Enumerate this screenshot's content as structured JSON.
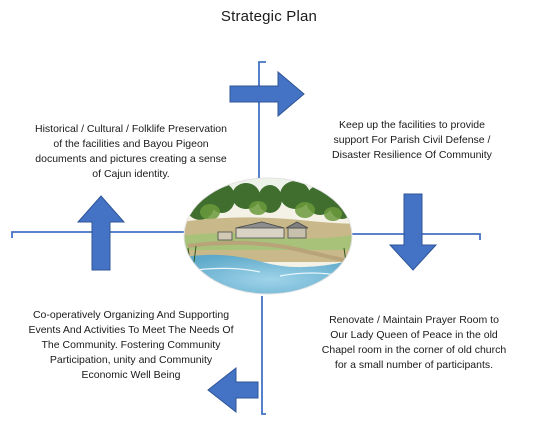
{
  "diagram": {
    "title": "Strategic  Plan",
    "quadrants": {
      "top_left": [
        "Historical / Cultural  / Folklife Preservation",
        "of the facilities and Bayou  Pigeon",
        "documents and pictures creating a  sense",
        "of Cajun  identity."
      ],
      "top_right": [
        "Keep up the facilities  to provide",
        "support  For Parish Civil Defense /",
        "Disaster Resilience   Of  Community"
      ],
      "bottom_left": [
        "Co-operatively Organizing And Supporting",
        "Events And Activities To Meet The Needs Of",
        "The  Community. Fostering Community",
        "Participation, unity  and Community",
        "Economic Well Being"
      ],
      "bottom_right": [
        "Renovate  /  Maintain  Prayer Room  to",
        "Our  Lady  Queen of Peace in the old",
        "Chapel room in the  corner of  old church",
        "for a small number of participants."
      ]
    },
    "colors": {
      "arrow_fill": "#4472c4",
      "arrow_stroke": "#2f5597",
      "axis": "#4472c4"
    },
    "arrows": [
      "arrow-right-icon",
      "arrow-down-icon",
      "arrow-left-icon",
      "arrow-up-icon"
    ],
    "center_image": "bayou-landscape-sketch"
  }
}
